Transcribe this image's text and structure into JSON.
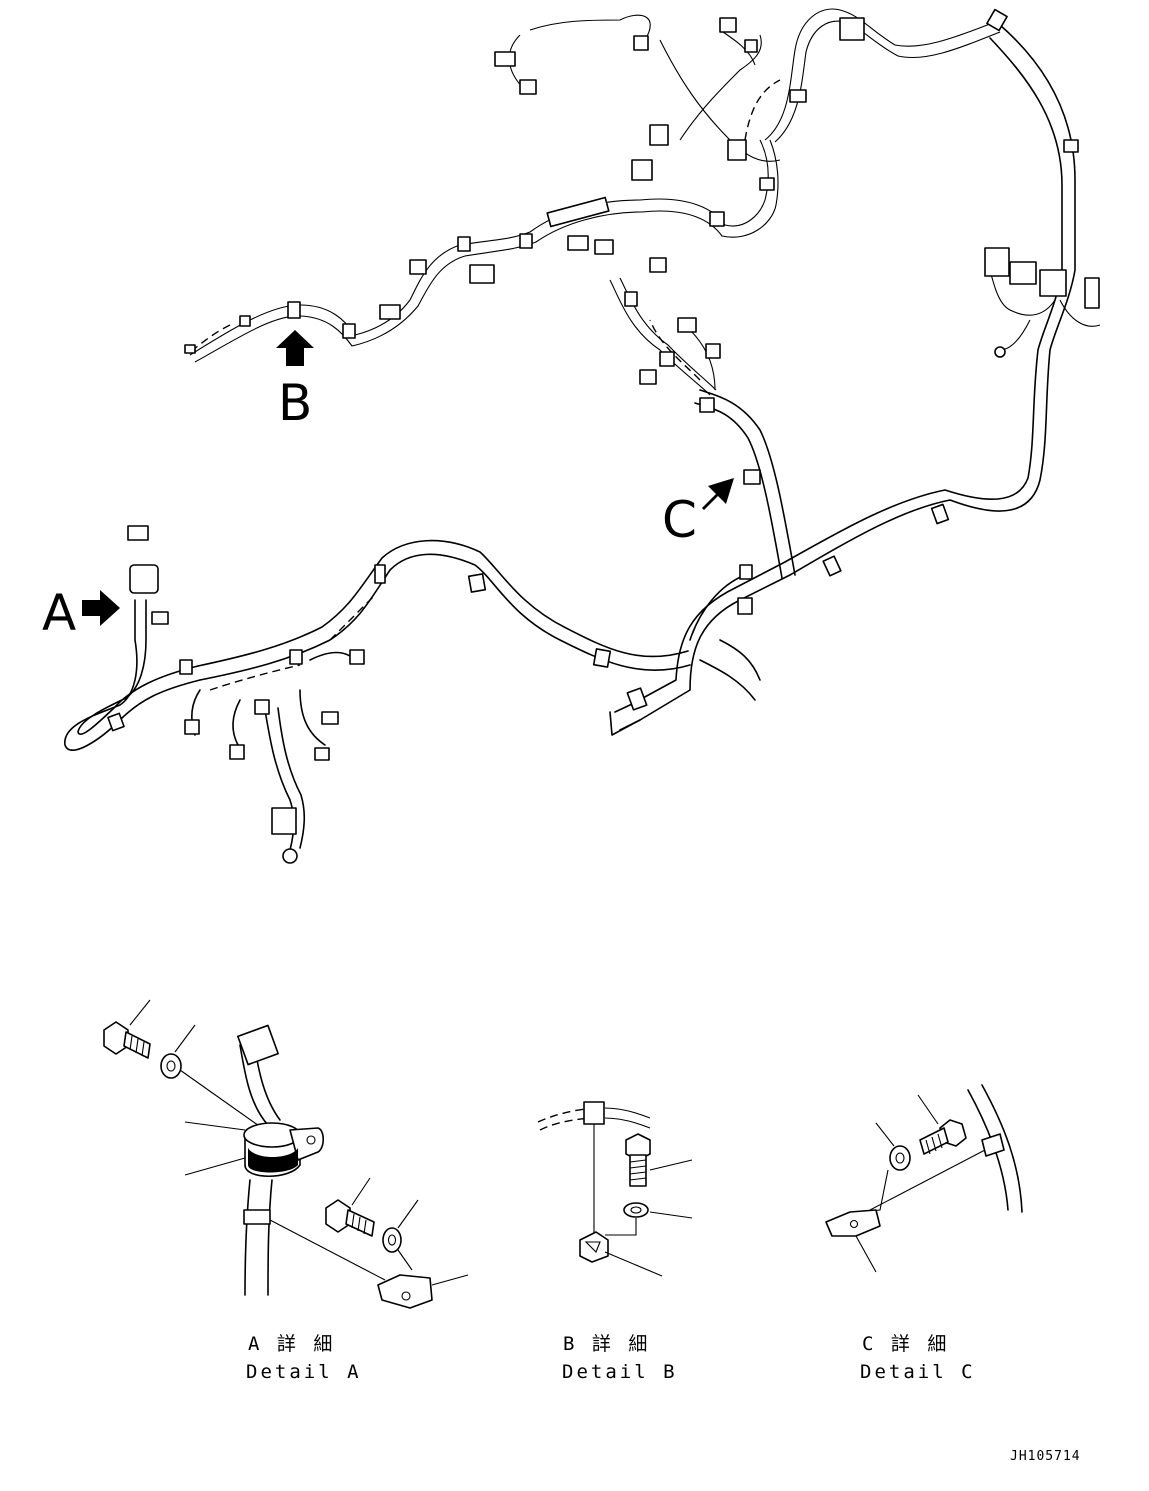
{
  "callouts": {
    "a": "A",
    "b": "B",
    "c": "C"
  },
  "details": {
    "a": {
      "jp": "A 詳 細",
      "en": "Detail A"
    },
    "b": {
      "jp": "B 詳 細",
      "en": "Detail B"
    },
    "c": {
      "jp": "C 詳 細",
      "en": "Detail C"
    }
  },
  "drawing_code": "JH105714"
}
